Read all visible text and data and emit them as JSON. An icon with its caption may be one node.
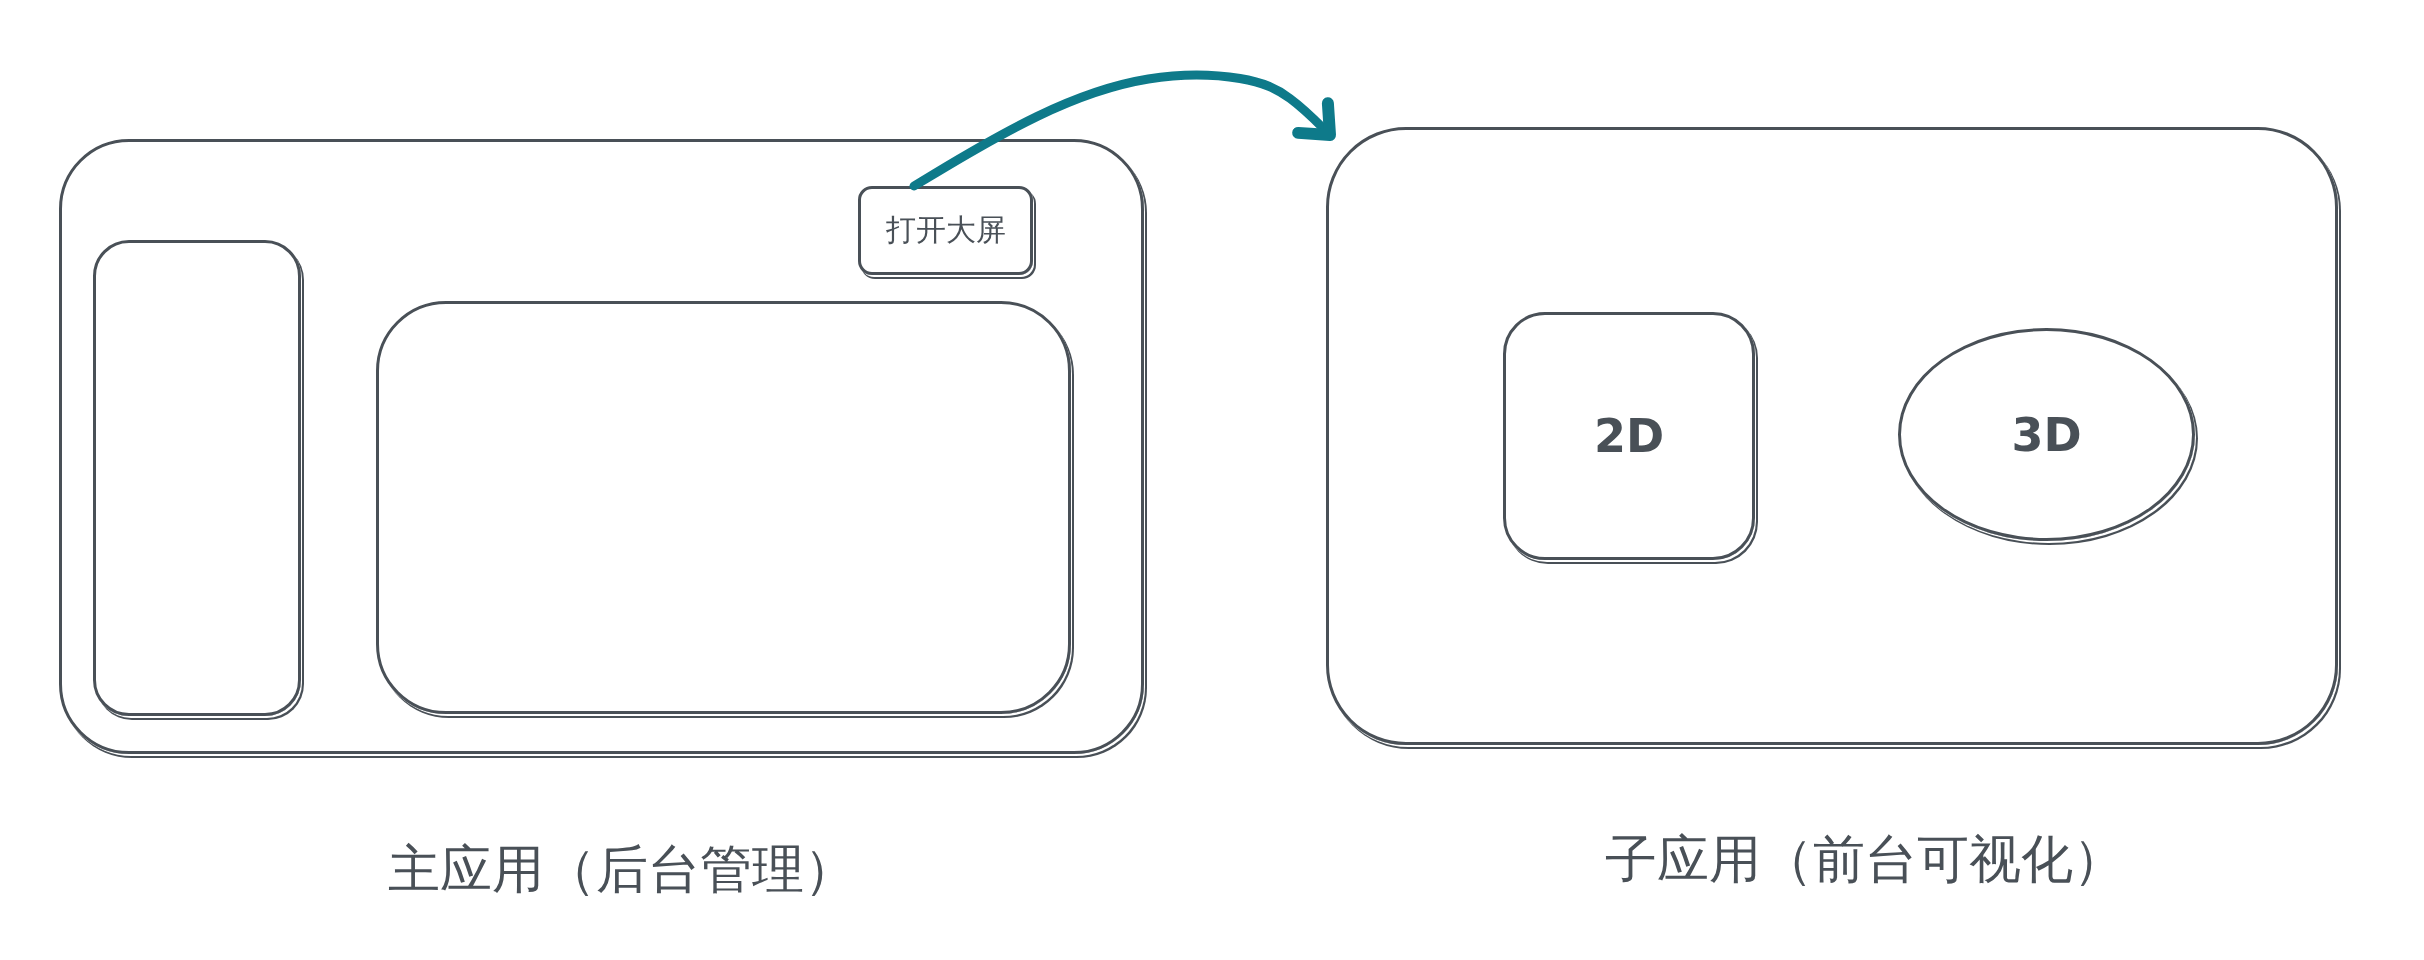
{
  "diagram": {
    "nodes": [
      {
        "text": [],
        "shape": "box",
        "beside": [
          "主应用（后台管理）"
        ]
      },
      {
        "text": [],
        "shape": "box",
        "in": 0
      },
      {
        "text": [],
        "shape": "box",
        "in": 0
      },
      {
        "text": [
          "打开大屏"
        ],
        "in": 0
      },
      {
        "text": [],
        "shape": "box",
        "beside": [
          "子应用（前台可视化）"
        ]
      },
      {
        "text": [
          "2D"
        ],
        "in": 4
      },
      {
        "text": [
          "3D"
        ],
        "in": 4
      }
    ],
    "edges": [
      {
        "from": 3,
        "to": 4,
        "arrow": "to",
        "color": "#0e7a8a"
      }
    ]
  }
}
